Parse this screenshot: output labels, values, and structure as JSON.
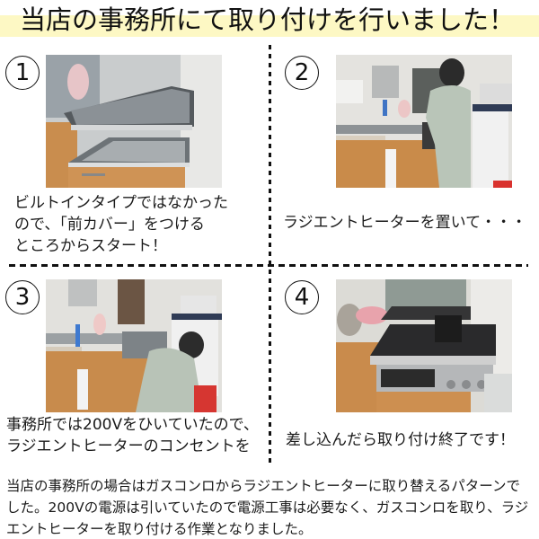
{
  "title": "当店の事務所にて取り付けを行いました！",
  "colors": {
    "title_highlight": "#fdf8c4",
    "divider": "#111111",
    "text": "#1a1a1a"
  },
  "steps": [
    {
      "number": "1",
      "photo_alt": "ガスコンロ撤去後のシステムキッチンに前カバーを取り付けている様子",
      "caption_lines": [
        "ビルトインタイプではなかった",
        "ので、「前カバー」をつける",
        "ところからスタート！"
      ]
    },
    {
      "number": "2",
      "photo_alt": "作業員がキッチンにラジエントヒーターを置いている様子",
      "caption_lines": [
        "ラジエントヒーターを置いて・・・"
      ]
    },
    {
      "number": "3",
      "photo_alt": "作業員がしゃがんでラジエントヒーターのコンセントを差し込む様子",
      "caption_lines": [
        "事務所では200Vをひいていたので、",
        "ラジエントヒーターのコンセントを"
      ]
    },
    {
      "number": "4",
      "photo_alt": "取り付け完了したラジエントヒーター",
      "caption_lines": [
        "差し込んだら取り付け終了です！"
      ]
    }
  ],
  "footer_lines": [
    "当店の事務所の場合はガスコンロからラジエントヒーターに取り替えるパターンで",
    "した。200Vの電源は引いていたので電源工事は必要なく、ガスコンロを取り、ラジ",
    "エントヒーターを取り付ける作業となりました。"
  ]
}
